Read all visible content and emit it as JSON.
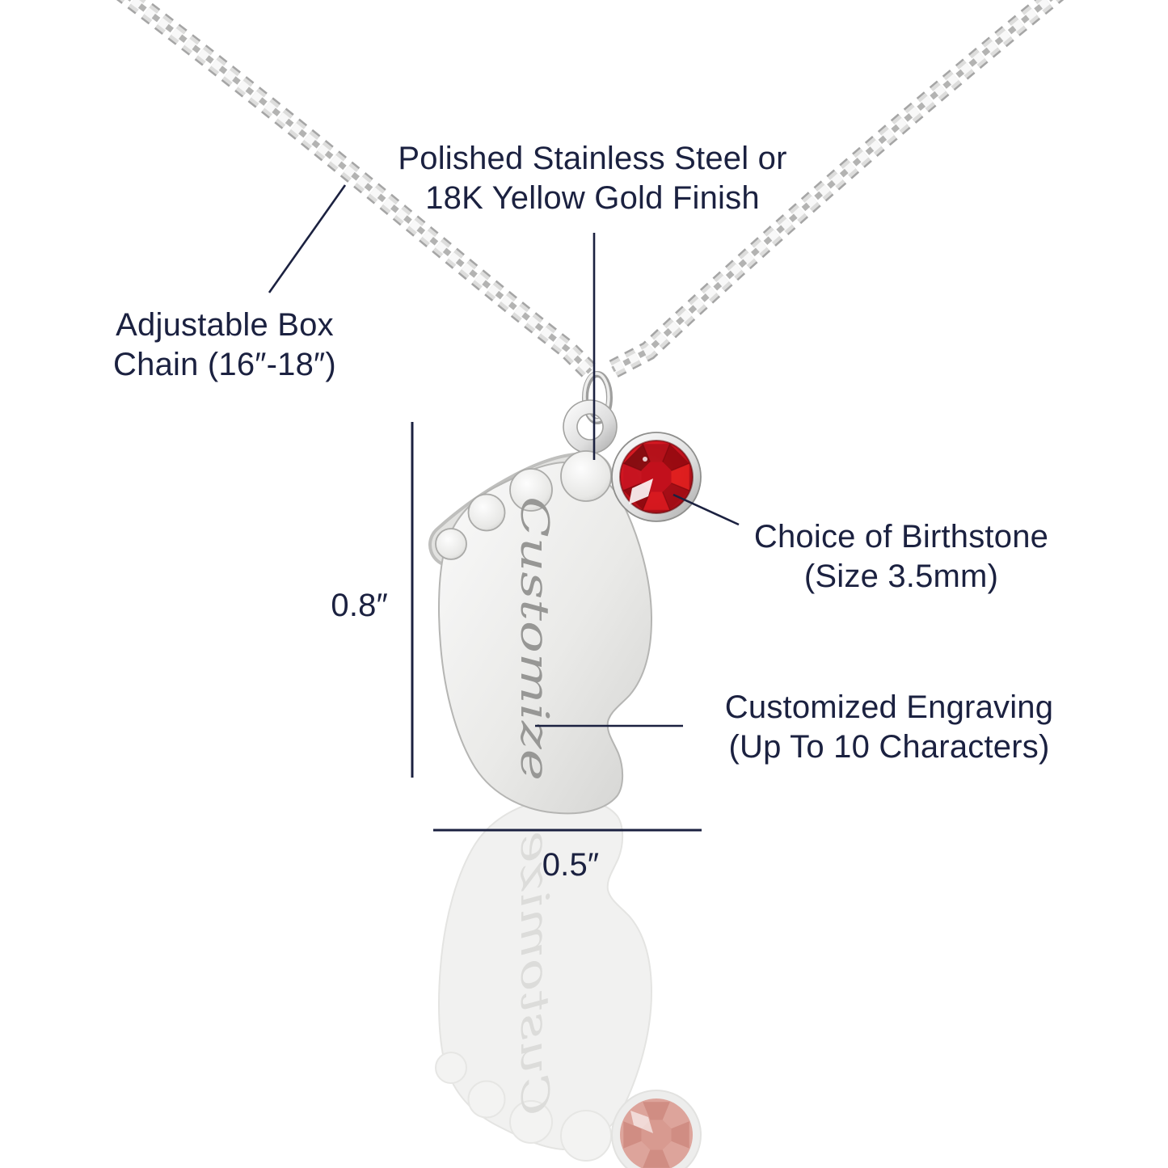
{
  "labels": {
    "material": {
      "line1": "Polished Stainless Steel or",
      "line2": "18K Yellow Gold Finish"
    },
    "chain": {
      "line1": "Adjustable Box",
      "line2": "Chain (16″-18″)"
    },
    "birthstone": {
      "line1": "Choice of Birthstone",
      "line2": "(Size 3.5mm)"
    },
    "engraving": {
      "line1": "Customized Engraving",
      "line2": "(Up To 10 Characters)"
    }
  },
  "dimensions": {
    "height": "0.8″",
    "width": "0.5″"
  },
  "pendant": {
    "engraving_text": "Customize"
  },
  "colors": {
    "annotation_navy": "#1b2140",
    "gem_red": "#cf1420",
    "silver_light": "#f2f2f2",
    "silver_mid": "#d9d9d8",
    "silver_dark": "#adadad"
  }
}
